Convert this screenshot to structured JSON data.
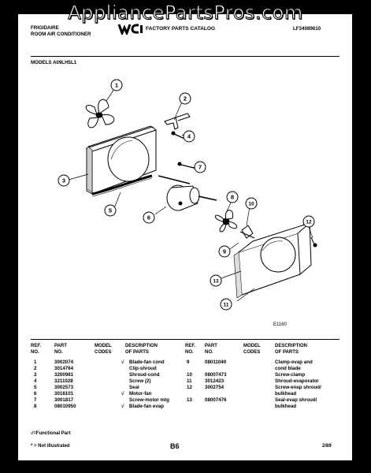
{
  "watermark": "AppliancePartsPros.com",
  "header": {
    "brand_line1": "FRIGIDAIRE",
    "brand_line2": "ROOM AIR CONDITIONER",
    "catalog_title": "FACTORY PARTS CATALOG",
    "catalog_number": "LF34089610",
    "models": "MODELS A09LH5L1"
  },
  "callouts": [
    "1",
    "2",
    "3",
    "4",
    "5",
    "6",
    "7",
    "8",
    "9",
    "10",
    "11",
    "12",
    "13"
  ],
  "figure_code": "E1160",
  "table_left": {
    "headers": [
      [
        "REF.",
        "NO."
      ],
      [
        "PART",
        "NO."
      ],
      [
        "MODEL",
        "CODES"
      ],
      [
        "DESCRIPTION",
        "OF PARTS"
      ]
    ],
    "rows": [
      {
        "ref": "1",
        "part": "3002074",
        "mark": "√",
        "desc": [
          "Blade-fan cond",
          "Clip-shroud"
        ]
      },
      {
        "ref": "2",
        "part": "3014764",
        "mark": "",
        "desc": []
      },
      {
        "ref": "3",
        "part": "3200981",
        "mark": "",
        "desc": [
          "Shroud-cond"
        ]
      },
      {
        "ref": "4",
        "part": "3211028",
        "mark": "",
        "desc": [
          "Screw (2)"
        ]
      },
      {
        "ref": "5",
        "part": "3002573",
        "mark": "",
        "desc": [
          "Seal"
        ]
      },
      {
        "ref": "6",
        "part": "3018101",
        "mark": "√",
        "desc": [
          "Motor-fan"
        ]
      },
      {
        "ref": "7",
        "part": "3001817",
        "mark": "",
        "desc": [
          "Screw-motor mtg"
        ]
      },
      {
        "ref": "8",
        "part": "08010950",
        "mark": "√",
        "desc": [
          "Blade-fan evap"
        ]
      }
    ]
  },
  "table_right": {
    "headers": [
      [
        "REF.",
        "NO."
      ],
      [
        "PART",
        "NO."
      ],
      [
        "MODEL",
        "CODES"
      ],
      [
        "DESCRIPTION",
        "OF PARTS"
      ]
    ],
    "rows": [
      {
        "ref": "9",
        "part": "08011040",
        "desc": [
          "Clamp-evap and",
          "cond blade"
        ]
      },
      {
        "ref": "10",
        "part": "08007473",
        "desc": [
          "Screw-clamp"
        ]
      },
      {
        "ref": "11",
        "part": "3012423",
        "desc": [
          "Shroud-evaporator"
        ]
      },
      {
        "ref": "12",
        "part": "3002754",
        "desc": [
          "Screw-evap shroud/",
          "bulkhead"
        ]
      },
      {
        "ref": "13",
        "part": "08007476",
        "desc": [
          "Seal-evap shroud/",
          "bulkhead"
        ]
      }
    ]
  },
  "footer": {
    "note1": "√=Functional Part",
    "note2": "* = Not Illustrated",
    "page": "B6",
    "date": "2/89"
  }
}
